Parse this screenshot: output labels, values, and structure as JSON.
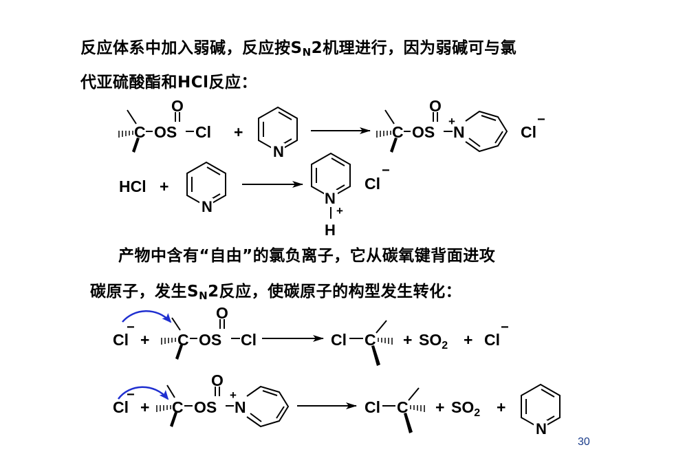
{
  "paragraph1": {
    "line1_a": "反应体系中加入弱碱，反应按S",
    "line1_sub": "N",
    "line1_b": "2机理进行，因为弱碱可与氯",
    "line2": "代亚硫酸酯和HCl反应："
  },
  "paragraph2": {
    "line1": "产物中含有“自由”的氯负离子，它从碳氧键背面进攻",
    "line2_a": "碳原子，发生S",
    "line2_sub": "N",
    "line2_b": "2反应，使碳原子的构型发生转化："
  },
  "scheme": {
    "c": "C",
    "o": "O",
    "os": "OS",
    "cl": "Cl",
    "n": "N",
    "h": "H",
    "hcl": "HCl",
    "plus": "+",
    "minus": "−",
    "so2": "SO",
    "so2_sub": "2"
  },
  "page_number": "30"
}
